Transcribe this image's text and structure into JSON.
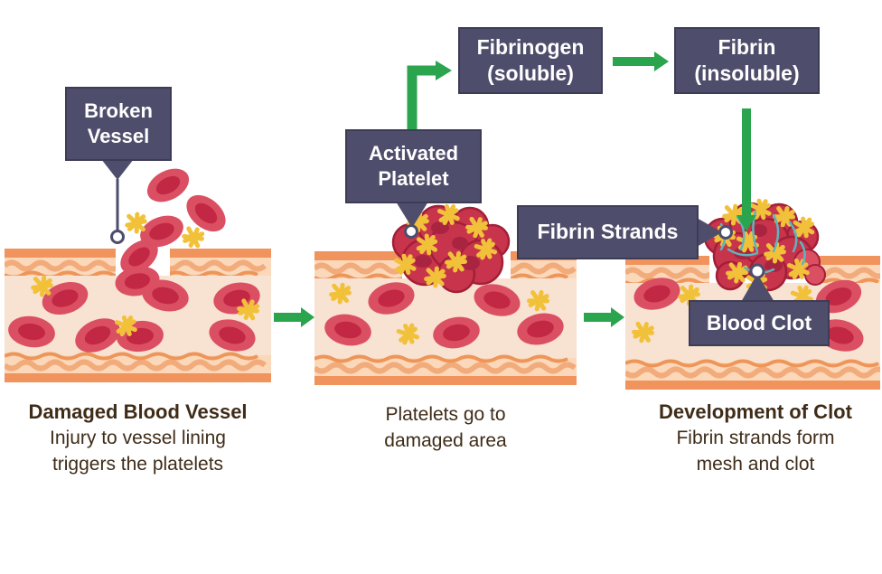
{
  "labels": {
    "broken_vessel": {
      "line1": "Broken",
      "line2": "Vessel"
    },
    "activated_platelet": {
      "line1": "Activated",
      "line2": "Platelet"
    },
    "fibrinogen": {
      "line1": "Fibrinogen",
      "line2": "(soluble)"
    },
    "fibrin": {
      "line1": "Fibrin",
      "line2": "(insoluble)"
    },
    "fibrin_strands": {
      "line1": "Fibrin Strands"
    },
    "blood_clot": {
      "line1": "Blood Clot"
    }
  },
  "captions": {
    "panel1": {
      "title": "Damaged Blood Vessel",
      "line1": "Injury to vessel lining",
      "line2": "triggers the platelets"
    },
    "panel2": {
      "line1": "Platelets go to",
      "line2": "damaged area"
    },
    "panel3": {
      "title": "Development of Clot",
      "line1": "Fibrin strands form",
      "line2": "mesh and clot"
    }
  },
  "colors": {
    "label_box_bg": "#4E4E6C",
    "label_box_border": "#3C3C57",
    "label_text": "#FFFFFF",
    "arrow_green": "#2AA44D",
    "caption_text": "#3F2C18",
    "vessel_wall_orange": "#F0935C",
    "vessel_wall_pale": "#FBD8BA",
    "vessel_wall_wave": "#F2AC7C",
    "vessel_lining_wave": "#EE9659",
    "vessel_interior": "#F8E2D1",
    "rbc_outer": "#DB4F63",
    "rbc_inner": "#C22743",
    "platelet_yellow": "#F2C13A",
    "clot_red": "#C8344B",
    "clot_outline": "#A21F38",
    "fibrin_teal": "#5CB6BC",
    "marker_fill": "#FFFFFF"
  }
}
